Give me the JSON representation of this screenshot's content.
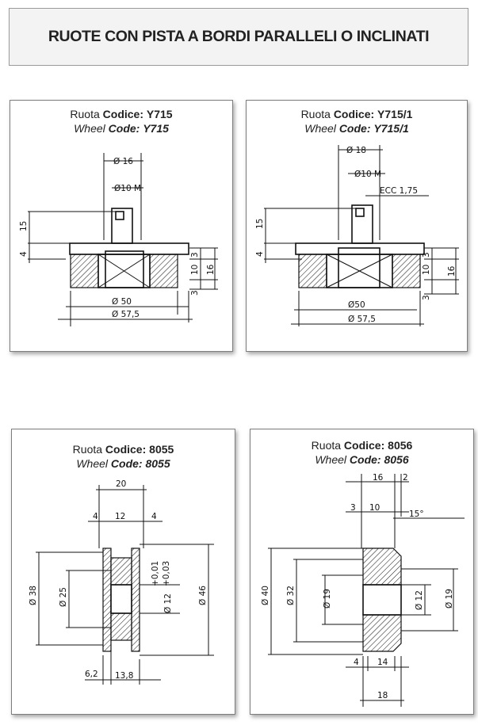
{
  "header": {
    "title": "RUOTE CON PISTA A BORDI PARALLELI O INCLINATI"
  },
  "wheels": [
    {
      "ruota_word": "Ruota",
      "codice_word": "Codice:",
      "code": "Y715",
      "wheel_word": "Wheel",
      "code_word": "Code:",
      "dims": {
        "d16": "Ø 16",
        "m10": "Ø10 M",
        "h15": "15",
        "h4": "4",
        "r3a": "3",
        "r10": "10",
        "r3b": "3",
        "r16": "16",
        "d50": "Ø 50",
        "d575": "Ø 57,5"
      }
    },
    {
      "ruota_word": "Ruota",
      "codice_word": "Codice:",
      "code": "Y715/1",
      "wheel_word": "Wheel",
      "code_word": "Code:",
      "dims": {
        "d18": "Ø 18",
        "m10": "Ø10 M",
        "ecc": "ECC 1,75",
        "h15": "15",
        "h4": "4",
        "r3a": "3",
        "r10": "10",
        "r3b": "3",
        "r16": "16",
        "d50": "Ø50",
        "d575": "Ø 57,5"
      }
    },
    {
      "ruota_word": "Ruota",
      "codice_word": "Codice:",
      "code": "8055",
      "wheel_word": "Wheel",
      "code_word": "Code:",
      "dims": {
        "w20": "20",
        "w4a": "4",
        "w12": "12",
        "w4b": "4",
        "d38": "Ø 38",
        "d25": "Ø 25",
        "tol1": "+0,01",
        "tol2": "+0,03",
        "d12": "Ø 12",
        "d46": "Ø 46",
        "w62": "6,2",
        "w138": "13,8"
      }
    },
    {
      "ruota_word": "Ruota",
      "codice_word": "Codice:",
      "code": "8056",
      "wheel_word": "Wheel",
      "code_word": "Code:",
      "dims": {
        "w16": "16",
        "w2": "2",
        "w3": "3",
        "w10": "10",
        "ang": "15°",
        "d40": "Ø 40",
        "d32": "Ø 32",
        "d19a": "Ø 19",
        "d12": "Ø 12",
        "d19b": "Ø 19",
        "w4": "4",
        "w14": "14",
        "w18": "18"
      }
    }
  ]
}
